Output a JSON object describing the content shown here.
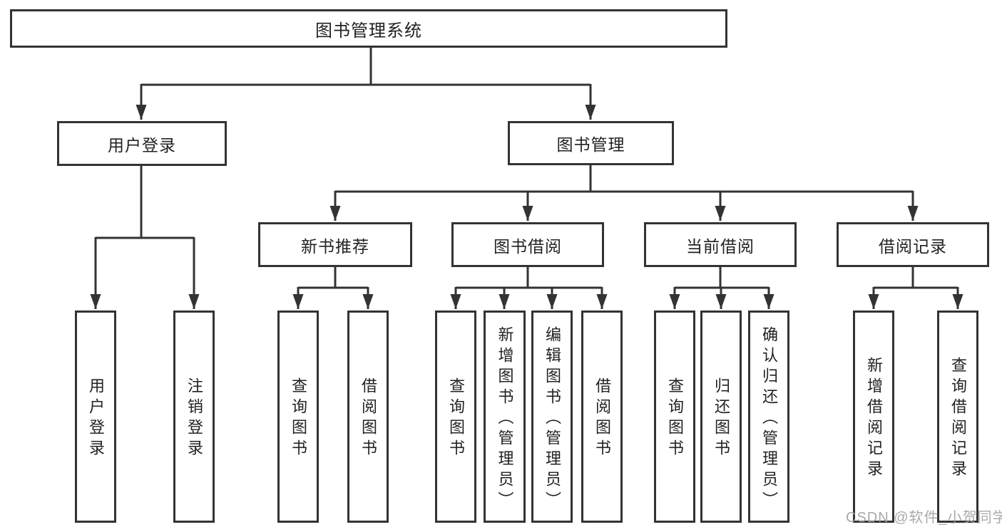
{
  "tree": {
    "label": "图书管理系统",
    "children": [
      {
        "label": "用户登录",
        "children": [
          {
            "label": "用户登录"
          },
          {
            "label": "注销登录"
          }
        ]
      },
      {
        "label": "图书管理",
        "children": [
          {
            "label": "新书推荐",
            "children": [
              {
                "label": "查询图书"
              },
              {
                "label": "借阅图书"
              }
            ]
          },
          {
            "label": "图书借阅",
            "children": [
              {
                "label": "查询图书"
              },
              {
                "label": "新增图书（管理员）"
              },
              {
                "label": "编辑图书（管理员）"
              },
              {
                "label": "借阅图书"
              }
            ]
          },
          {
            "label": "当前借阅",
            "children": [
              {
                "label": "查询图书"
              },
              {
                "label": "归还图书"
              },
              {
                "label": "确认归还（管理员）"
              }
            ]
          },
          {
            "label": "借阅记录",
            "children": [
              {
                "label": "新增借阅记录"
              },
              {
                "label": "查询借阅记录"
              }
            ]
          }
        ]
      }
    ]
  },
  "watermark": "CSDN @软件_小贺同学",
  "colors": {
    "line": "#333333",
    "box_border": "#333333",
    "text": "#222222",
    "watermark": "#9ea0a3",
    "background": "#ffffff"
  }
}
